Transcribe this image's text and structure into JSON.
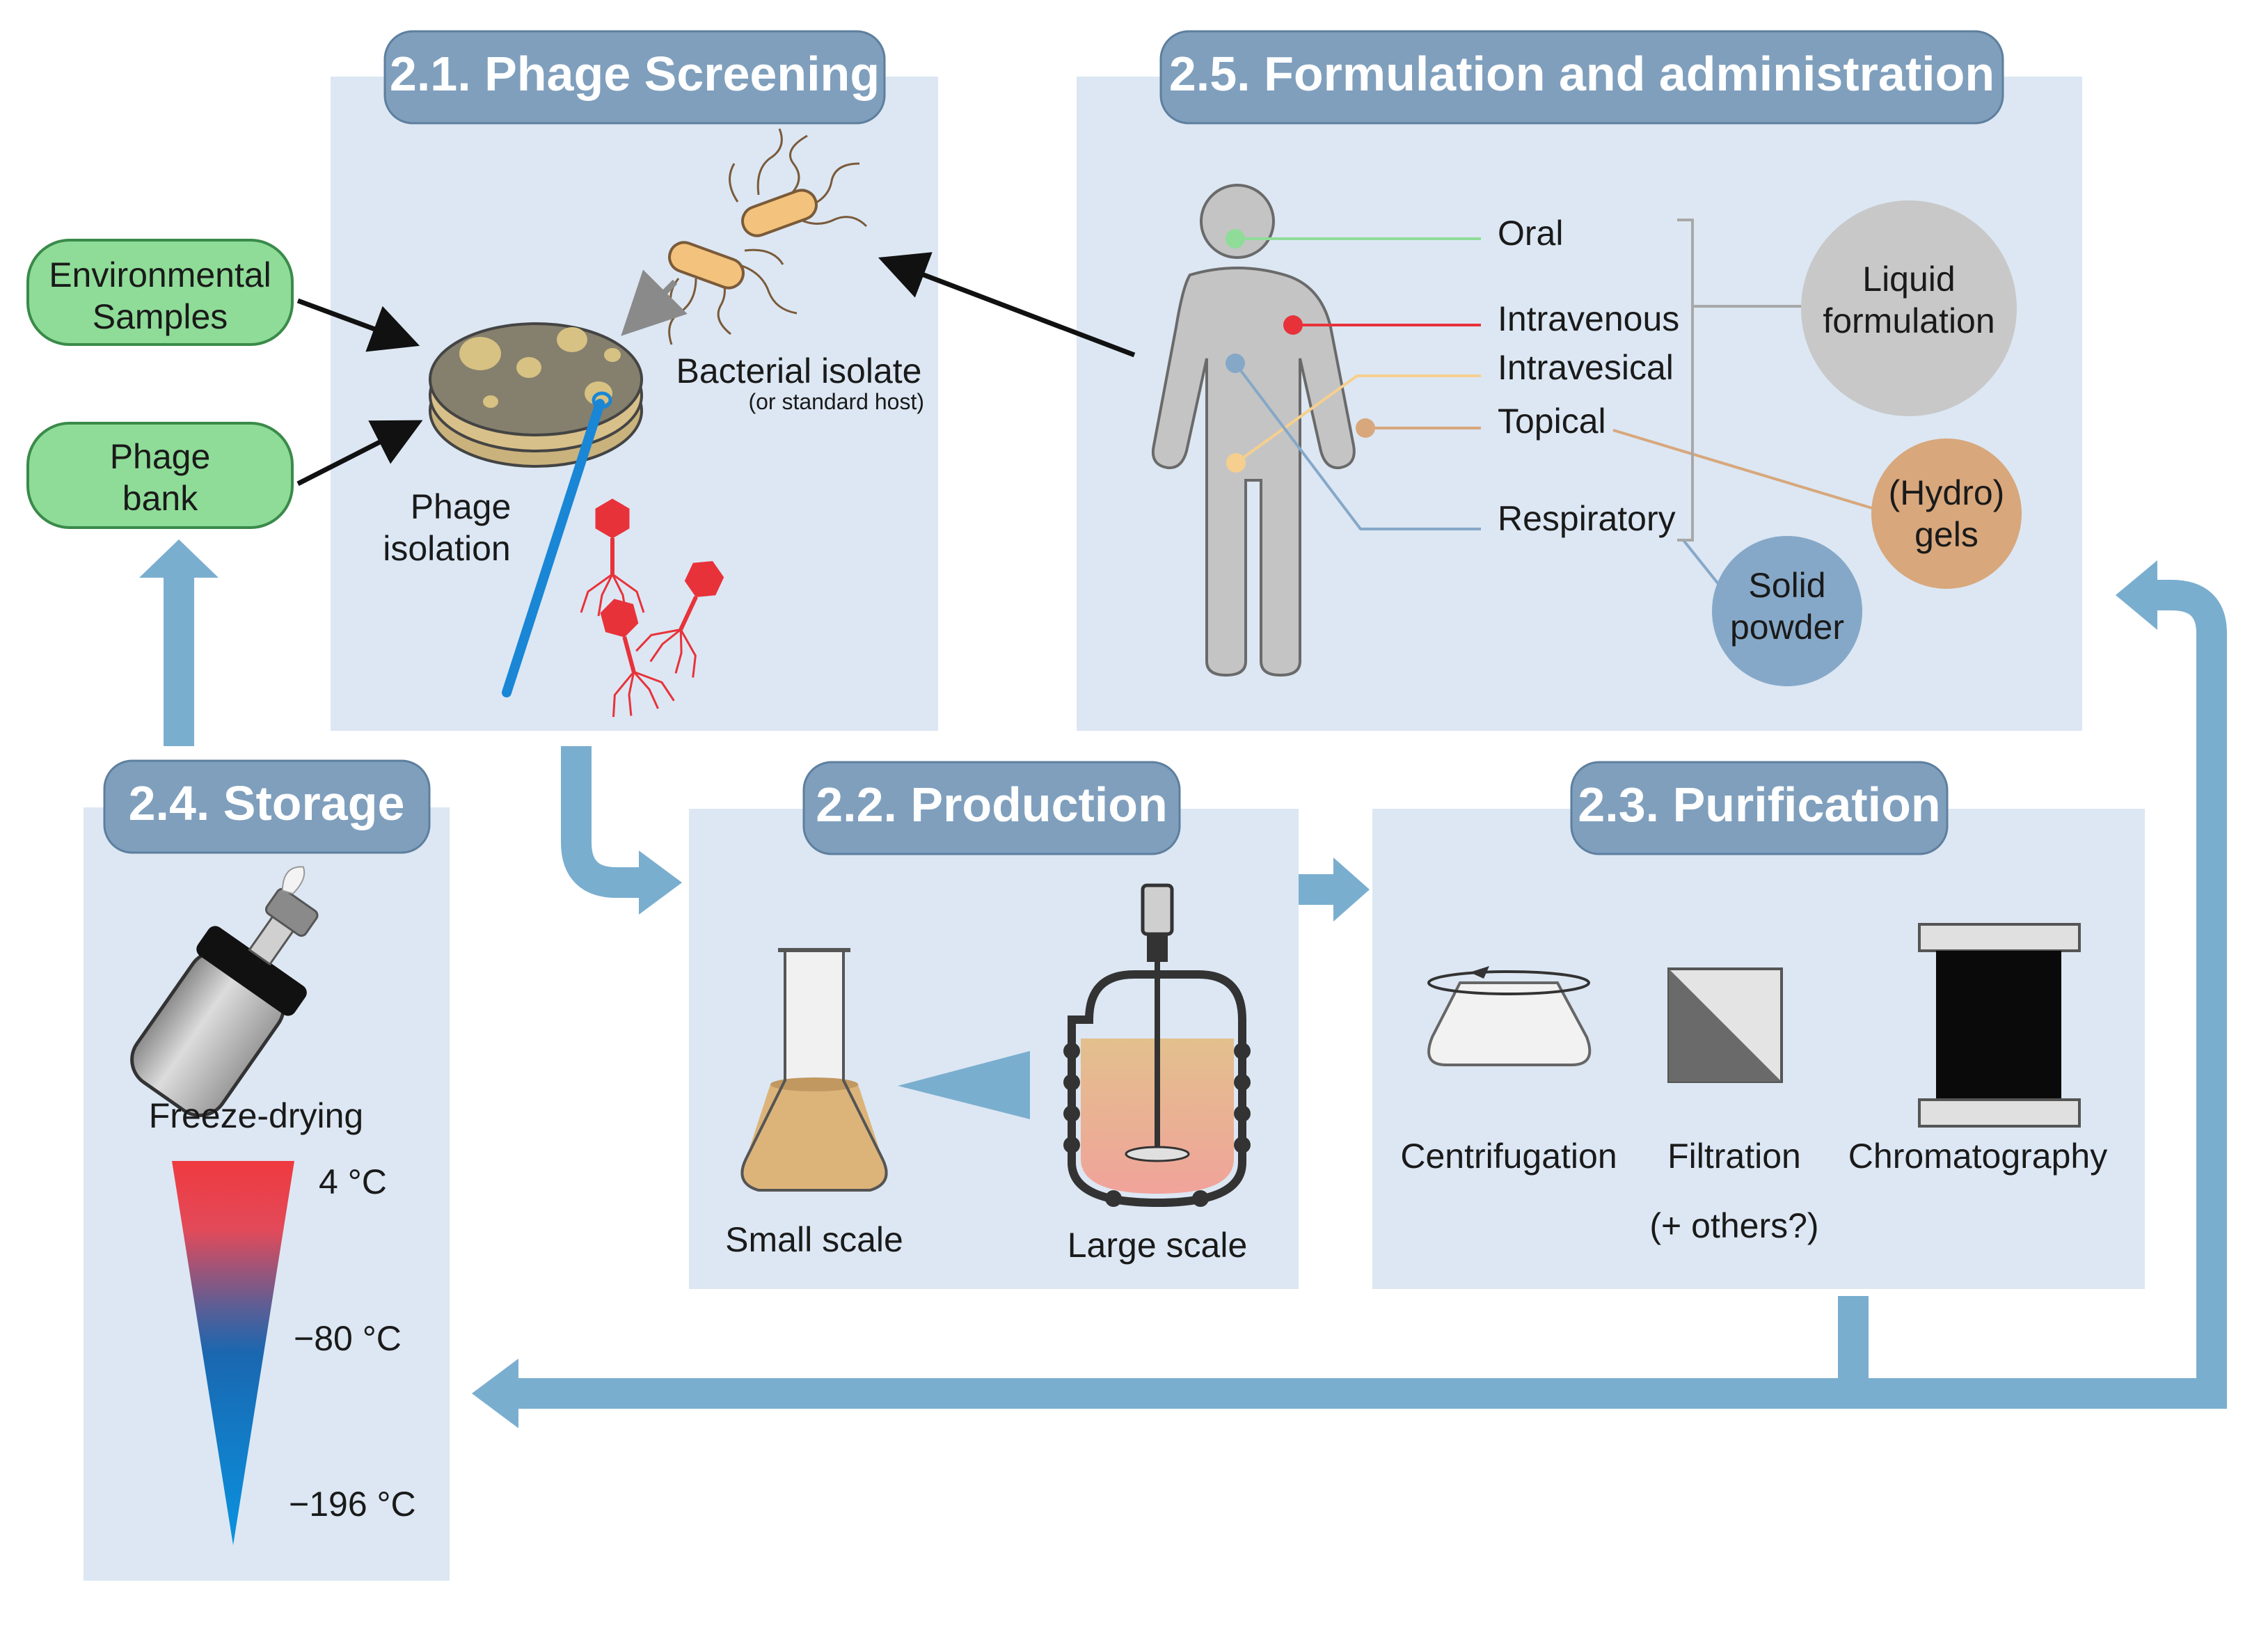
{
  "colors": {
    "panel": "#dce7f3",
    "header": "#7f9fbd",
    "flow_arrow": "#7aaecf",
    "source_node": "#8fdc98",
    "liquid_node": "#c8c8c8",
    "hydrogel_node": "#d8a77c",
    "powder_node": "#86a8c8",
    "phage_red": "#e8323a",
    "bacteria_orange": "#f3c27c",
    "body_gray": "#c4c4c4",
    "culture_medium": "#dcb47a"
  },
  "sources": {
    "environmental": {
      "line1": "Environmental",
      "line2": "Samples"
    },
    "bank": {
      "line1": "Phage",
      "line2": "bank"
    }
  },
  "screening": {
    "title": "2.1. Phage Screening",
    "bacterial_isolate": "Bacterial isolate",
    "standard_host": "(or standard host)",
    "isolation_line1": "Phage",
    "isolation_line2": "isolation"
  },
  "formulation": {
    "title": "2.5. Formulation and administration",
    "routes": {
      "oral": "Oral",
      "intravenous": "Intravenous",
      "intravesical": "Intravesical",
      "topical": "Topical",
      "respiratory": "Respiratory"
    },
    "liquid": {
      "line1": "Liquid",
      "line2": "formulation"
    },
    "hydrogel": {
      "line1": "(Hydro)",
      "line2": "gels"
    },
    "powder": {
      "line1": "Solid",
      "line2": "powder"
    }
  },
  "production": {
    "title": "2.2. Production",
    "small_scale": "Small scale",
    "large_scale": "Large scale"
  },
  "purification": {
    "title": "2.3. Purification",
    "centrifugation": "Centrifugation",
    "filtration": "Filtration",
    "chromatography": "Chromatography",
    "others": "(+ others?)"
  },
  "storage": {
    "title": "2.4. Storage",
    "freeze_drying": "Freeze-drying",
    "temp_high": "4 °C",
    "temp_mid": "−80 °C",
    "temp_low": "−196 °C"
  }
}
